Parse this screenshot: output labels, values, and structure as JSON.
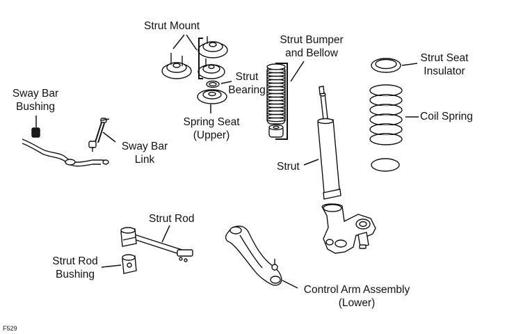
{
  "labels": {
    "strut_mount": "Strut Mount",
    "strut_bumper_line1": "Strut Bumper",
    "strut_bumper_line2": "and Bellow",
    "strut_seat_insulator_line1": "Strut Seat",
    "strut_seat_insulator_line2": "Insulator",
    "strut_bearing_line1": "Strut",
    "strut_bearing_line2": "Bearing",
    "sway_bar_bushing_line1": "Sway Bar",
    "sway_bar_bushing_line2": "Bushing",
    "coil_spring": "Coil Spring",
    "spring_seat_line1": "Spring Seat",
    "spring_seat_line2": "(Upper)",
    "sway_bar_link_line1": "Sway Bar",
    "sway_bar_link_line2": "Link",
    "strut": "Strut",
    "strut_rod": "Strut Rod",
    "strut_rod_bushing_line1": "Strut Rod",
    "strut_rod_bushing_line2": "Bushing",
    "control_arm_line1": "Control Arm Assembly",
    "control_arm_line2": "(Lower)"
  },
  "figure_code": "F529"
}
